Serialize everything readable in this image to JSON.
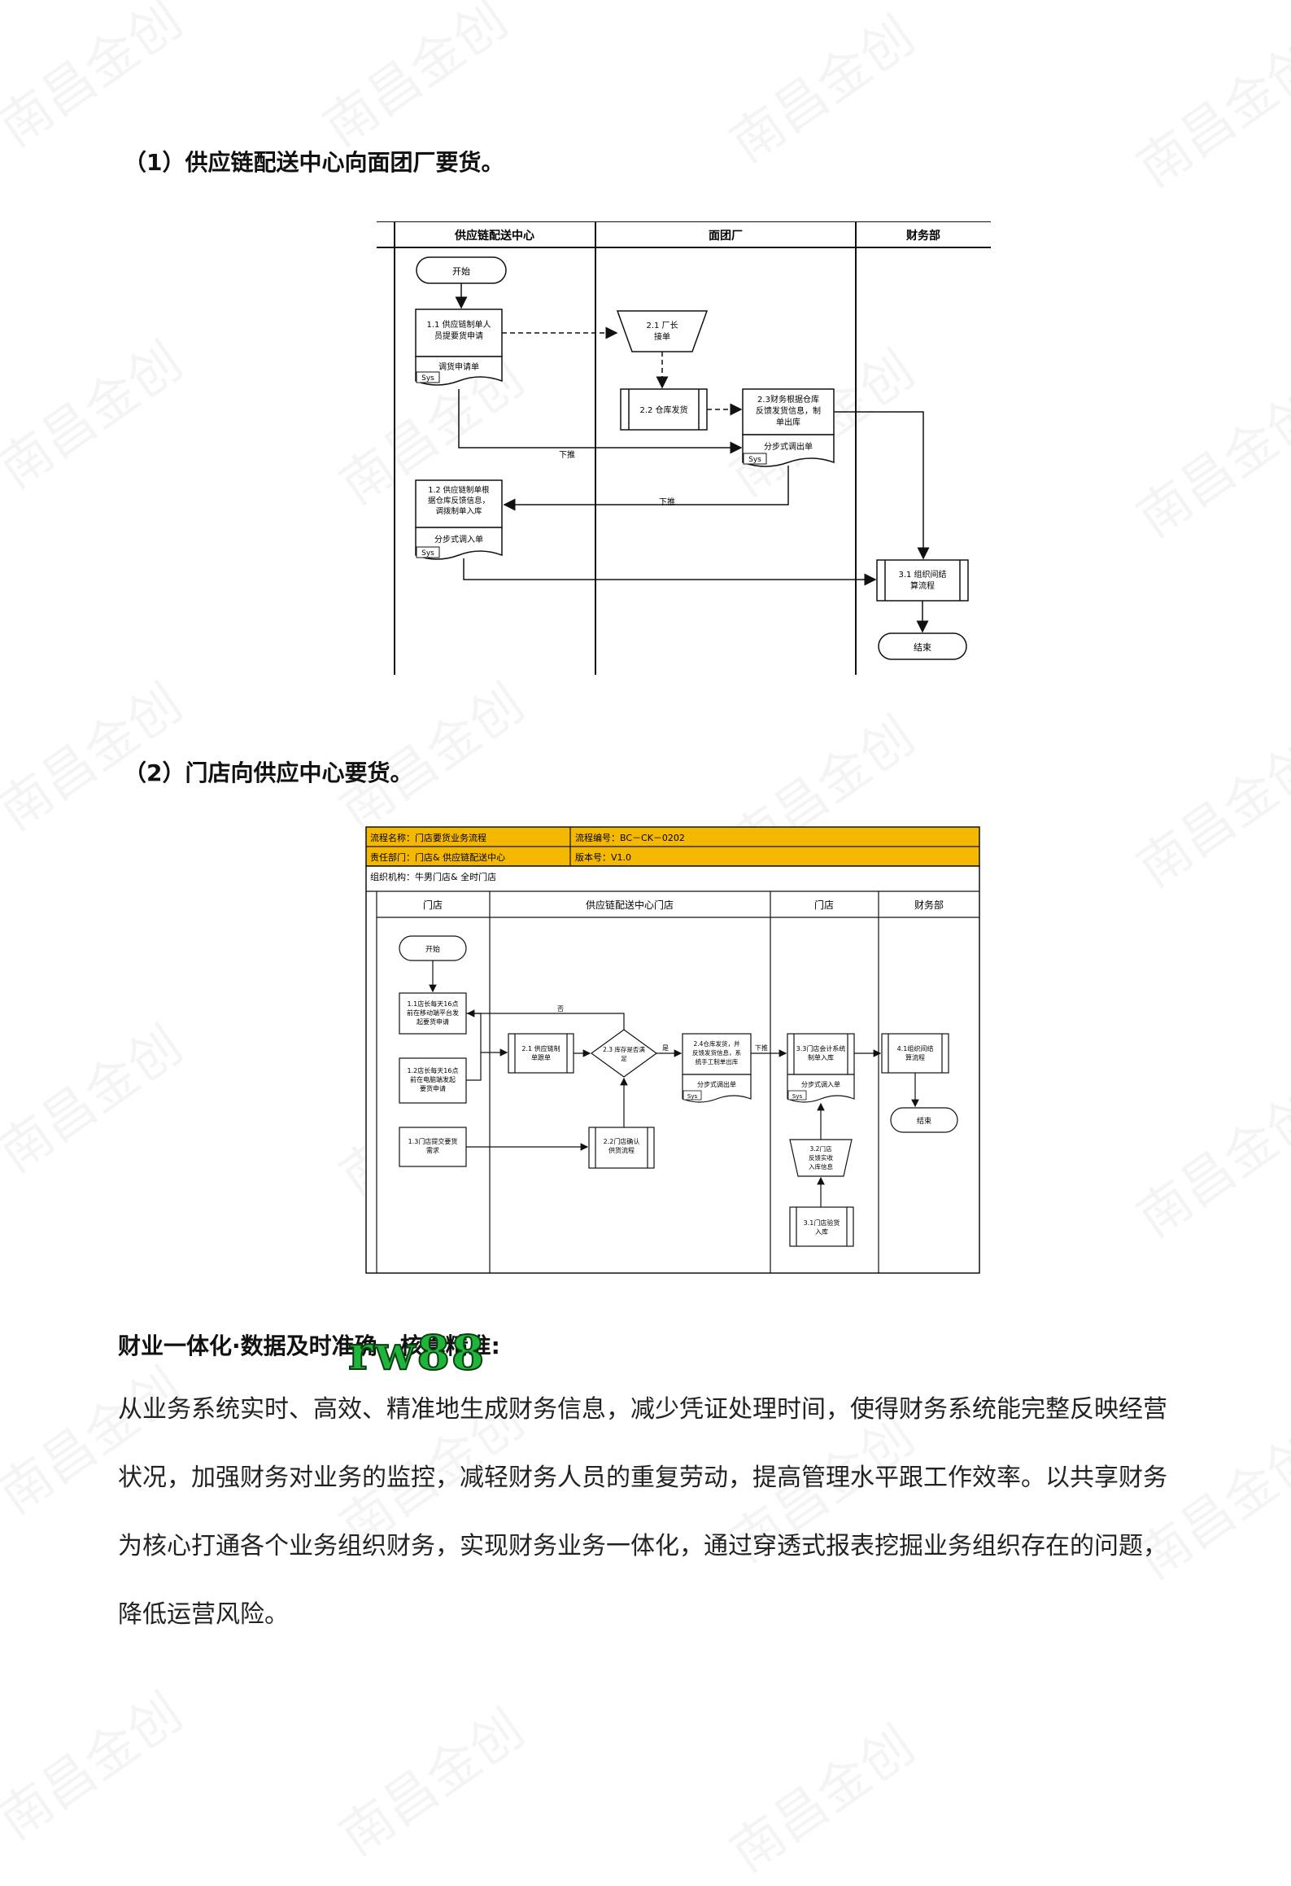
{
  "watermark": "南昌金创",
  "section1": {
    "heading": "（1）供应链配送中心向面团厂要货。",
    "lanes": [
      "供应链配送中心",
      "面团厂",
      "财务部"
    ],
    "nodes": {
      "start": "开始",
      "n11_l1": "1.1 供应链制单人",
      "n11_l2": "员提要货申请",
      "n11_doc": "调货申请单",
      "n21_l1": "2.1 厂长",
      "n21_l2": "接单",
      "n22": "2.2 仓库发货",
      "n23_l1": "2.3财务根据仓库",
      "n23_l2": "反馈发货信息，制",
      "n23_l3": "单出库",
      "n23_doc": "分步式调出单",
      "n12_l1": "1.2 供应链制单根",
      "n12_l2": "据仓库反馈信息，",
      "n12_l3": "调拨制单入库",
      "n12_doc": "分步式调入单",
      "n31_l1": "3.1 组织间结",
      "n31_l2": "算流程",
      "end": "结束",
      "sys": "Sys",
      "xiatui1": "下推",
      "xiatui2": "下推"
    }
  },
  "section2": {
    "heading": "（2）门店向供应中心要货。",
    "header": {
      "flow_name": "流程名称：门店要货业务流程",
      "flow_code": "流程编号：BC－CK－0202",
      "dept": "责任部门：门店& 供应链配送中心",
      "version": "版本号：V1.0",
      "org": "组织机构：牛男门店& 全时门店"
    },
    "lanes": [
      "门店",
      "供应链配送中心门店",
      "门店",
      "财务部"
    ],
    "nodes": {
      "start": "开始",
      "n11_l1": "1.1店长每天16点",
      "n11_l2": "前在移动端平台发",
      "n11_l3": "起要货申请",
      "n12_l1": "1.2店长每天16点",
      "n12_l2": "前在电脑端发起",
      "n12_l3": "要货申请",
      "n13_l1": "1.3门店提交要货",
      "n13_l2": "需求",
      "n21_l1": "2.1 供应链制",
      "n21_l2": "单跟单",
      "n23_l1": "2.3 库存是否满",
      "n23_l2": "足",
      "n22_l1": "2.2门店确认",
      "n22_l2": "供货流程",
      "n24_l1": "2.4仓库发货，并",
      "n24_l2": "反馈发货信息，系",
      "n24_l3": "统手工制单出库",
      "n24_doc": "分步式调出单",
      "n33_l1": "3.3门店会计系统",
      "n33_l2": "制单入库",
      "n33_doc": "分步式调入单",
      "n32_l1": "3.2门店",
      "n32_l2": "反馈实收",
      "n32_l3": "入库信息",
      "n31_l1": "3.1门店验货",
      "n31_l2": "入库",
      "n41_l1": "4.1组织间结",
      "n41_l2": "算流程",
      "end": "结束",
      "sys": "Sys",
      "no": "否",
      "yes": "是",
      "xiatui": "下推"
    },
    "colors": {
      "header_bg": "#f5b800"
    }
  },
  "section3": {
    "heading": "财业一体化·数据及时准确、核算精准:",
    "stamp": "rw88",
    "paragraph": "从业务系统实时、高效、精准地生成财务信息，减少凭证处理时间，使得财务系统能完整反映经营状况，加强财务对业务的监控，减轻财务人员的重复劳动，提高管理水平跟工作效率。以共享财务为核心打通各个业务组织财务，实现财务业务一体化，通过穿透式报表挖掘业务组织存在的问题，降低运营风险。"
  }
}
